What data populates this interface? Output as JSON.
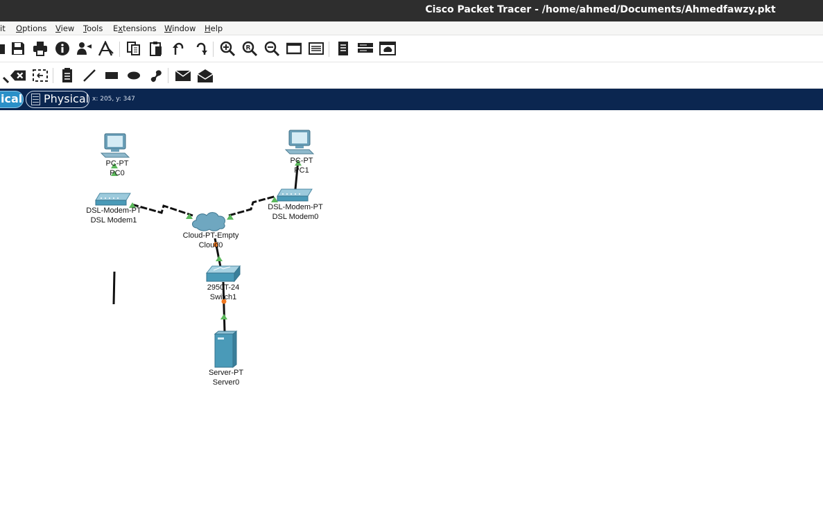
{
  "window": {
    "title": "Cisco Packet Tracer - /home/ahmed/Documents/Ahmedfawzy.pkt"
  },
  "menu": [
    {
      "pre": "",
      "u": "",
      "post": "it"
    },
    {
      "pre": "",
      "u": "O",
      "post": "ptions"
    },
    {
      "pre": "",
      "u": "V",
      "post": "iew"
    },
    {
      "pre": "",
      "u": "T",
      "post": "ools"
    },
    {
      "pre": "E",
      "u": "x",
      "post": "tensions"
    },
    {
      "pre": "",
      "u": "W",
      "post": "indow"
    },
    {
      "pre": "",
      "u": "H",
      "post": "elp"
    }
  ],
  "toolbar_main": [
    "open-icon",
    "save-icon",
    "print-icon",
    "info-icon",
    "custom-device-icon",
    "activity-wizard-icon",
    "copy-icon",
    "paste-icon",
    "undo-icon",
    "redo-icon",
    "zoom-in-icon",
    "zoom-reset-icon",
    "zoom-out-icon",
    "drawing-palette-icon",
    "custom-devices-dialog-icon",
    "notes-icon",
    "device-template-icon",
    "cluster-icon"
  ],
  "toolbar_tools": [
    "inspect-icon",
    "delete-icon",
    "resize-icon",
    "note-icon",
    "line-icon",
    "rectangle-icon",
    "ellipse-icon",
    "freeform-icon",
    "simple-pdu-icon",
    "complex-pdu-icon"
  ],
  "modes": {
    "logical": "ical",
    "physical": "Physical"
  },
  "cursor_coords": "x: 205, y: 347",
  "devices": [
    {
      "id": "pc0",
      "model": "PC-PT",
      "name": "PC0",
      "type": "pc"
    },
    {
      "id": "pc1",
      "model": "PC-PT",
      "name": "PC1",
      "type": "pc"
    },
    {
      "id": "modem1",
      "model": "DSL-Modem-PT",
      "name": "DSL Modem1",
      "type": "modem"
    },
    {
      "id": "modem0",
      "model": "DSL-Modem-PT",
      "name": "DSL Modem0",
      "type": "modem"
    },
    {
      "id": "cloud0",
      "model": "Cloud-PT-Empty",
      "name": "Cloud0",
      "type": "cloud"
    },
    {
      "id": "switch1",
      "model": "2950T-24",
      "name": "Switch1",
      "type": "switch"
    },
    {
      "id": "server0",
      "model": "Server-PT",
      "name": "Server0",
      "type": "server"
    }
  ],
  "links": [
    {
      "from": "pc0",
      "to": "modem1",
      "kind": "copper",
      "status": "up"
    },
    {
      "from": "pc1",
      "to": "modem0",
      "kind": "copper",
      "status": "up"
    },
    {
      "from": "modem1",
      "to": "cloud0",
      "kind": "phone",
      "status": "up"
    },
    {
      "from": "modem0",
      "to": "cloud0",
      "kind": "phone",
      "status": "up"
    },
    {
      "from": "cloud0",
      "to": "switch1",
      "kind": "copper",
      "status": "amber-green"
    },
    {
      "from": "switch1",
      "to": "server0",
      "kind": "copper",
      "status": "amber-green"
    }
  ],
  "colors": {
    "titlebar": "#2e2e2e",
    "modebar": "#0b2650",
    "link_up": "#5cb85c",
    "link_amber": "#f07820",
    "device": "#4a9ab8"
  }
}
